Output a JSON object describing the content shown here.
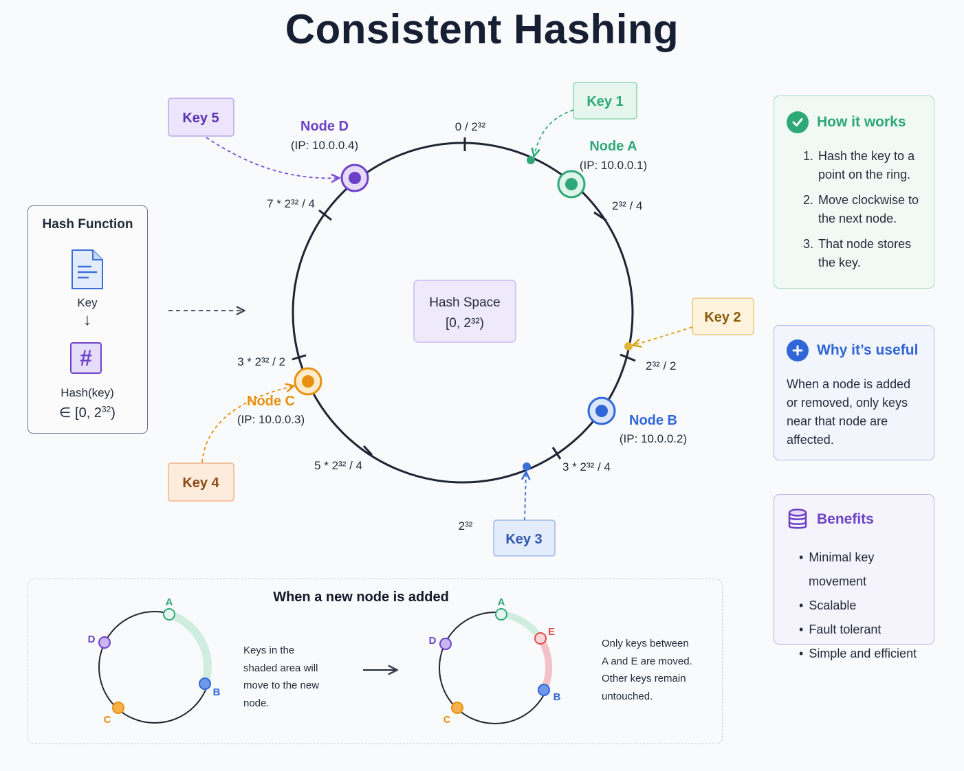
{
  "title": "Consistent Hashing",
  "ring": {
    "center_label_line1": "Hash Space",
    "center_label_line2": "[0, 2³²)",
    "ticks": {
      "top": "0 / 2³²",
      "quarter": "2³² / 4",
      "half": "2³² / 2",
      "three_quarter": "3 * 2³² / 4",
      "bottom": "2³²",
      "five_quarter": "5 * 2³² / 4",
      "three_half": "3 * 2³² / 2",
      "seven_quarter": "7 * 2³² / 4"
    },
    "nodes": {
      "a": {
        "name": "Node A",
        "ip": "(IP: 10.0.0.1)",
        "color": "#2ea877"
      },
      "b": {
        "name": "Node B",
        "ip": "(IP: 10.0.0.2)",
        "color": "#2f66d8"
      },
      "c": {
        "name": "Node C",
        "ip": "(IP: 10.0.0.3)",
        "color": "#e8900f"
      },
      "d": {
        "name": "Node D",
        "ip": "(IP: 10.0.0.4)",
        "color": "#6c40c8"
      }
    },
    "keys": {
      "k1": "Key 1",
      "k2": "Key 2",
      "k3": "Key 3",
      "k4": "Key 4",
      "k5": "Key 5"
    }
  },
  "hash_function": {
    "title": "Hash Function",
    "key_label": "Key",
    "arrow": "↓",
    "hash_symbol": "#",
    "fn_label": "Hash(key)",
    "range_prefix": "∈ [0, 2",
    "range_exp": "32",
    "range_suffix": ")"
  },
  "how_it_works": {
    "title": "How it works",
    "icon": "check-icon",
    "steps": [
      "Hash the key to a point on the ring.",
      "Move clockwise to the next node.",
      "That node stores the key."
    ]
  },
  "why_useful": {
    "title": "Why it’s useful",
    "icon": "plus-icon",
    "text": "When a node is added or removed, only keys near that node are affected."
  },
  "benefits": {
    "title": "Benefits",
    "icon": "database-icon",
    "items": [
      "Minimal key movement",
      "Scalable",
      "Fault tolerant",
      "Simple and efficient"
    ]
  },
  "new_node": {
    "title": "When a new node is added",
    "left_note": [
      "Keys in the",
      "shaded area will",
      "move to the new",
      "node."
    ],
    "right_note": [
      "Only keys between",
      "A and E are moved.",
      "Other keys remain",
      "untouched."
    ],
    "labels": {
      "a": "A",
      "b": "B",
      "c": "C",
      "d": "D",
      "e": "E"
    },
    "colors": {
      "e": "#e34c4c"
    }
  }
}
